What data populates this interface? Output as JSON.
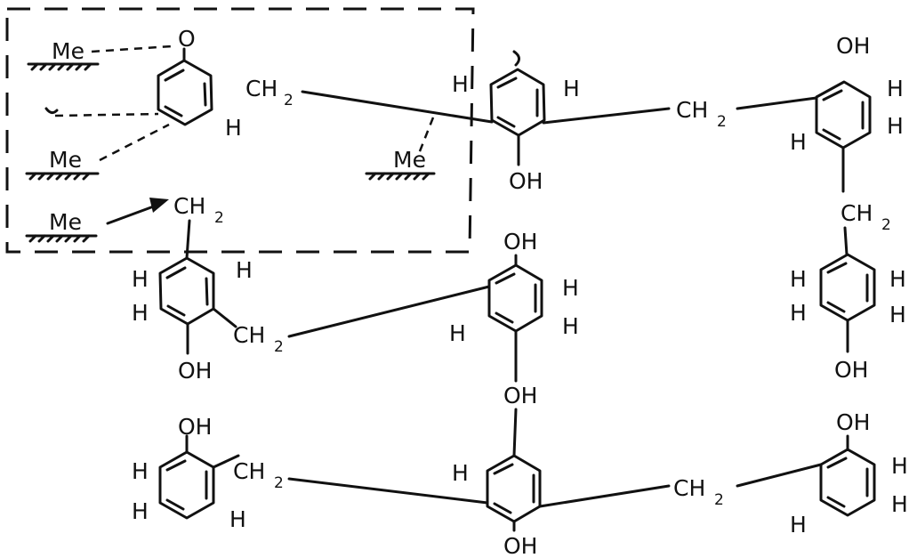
{
  "labels": {
    "ch2": "CH",
    "sub2": "2",
    "oh": "OH",
    "o": "O",
    "h": "H",
    "me": "Me"
  },
  "colors": {
    "ink": "#111111",
    "background": "#ffffff"
  }
}
